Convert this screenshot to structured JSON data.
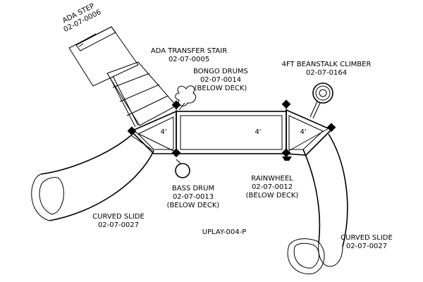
{
  "drawing": {
    "plan_number": "UPLAY-004-P",
    "decks": {
      "left": "4'",
      "center": "4'",
      "right": "4'"
    },
    "components": {
      "ada_step": {
        "name": "ADA STEP",
        "part": "02-07-0006"
      },
      "ada_transfer_stair": {
        "name": "ADA TRANSFER STAIR",
        "part": "02-07-0005"
      },
      "bongo_drums": {
        "name": "BONGO DRUMS",
        "part": "02-07-0014",
        "note": "(BELOW DECK)"
      },
      "beanstalk_climber": {
        "name": "4FT BEANSTALK CLIMBER",
        "part": "02-07-0164"
      },
      "bass_drum": {
        "name": "BASS DRUM",
        "part": "02-07-0013",
        "note": "(BELOW DECK)"
      },
      "rainwheel": {
        "name": "RAINWHEEL",
        "part": "02-07-0012",
        "note": "(BELOW DECK)"
      },
      "curved_slide_left": {
        "name": "CURVED SLIDE",
        "part": "02-07-0027"
      },
      "curved_slide_right": {
        "name": "CURVED SLIDE",
        "part": "02-07-0027"
      }
    }
  }
}
